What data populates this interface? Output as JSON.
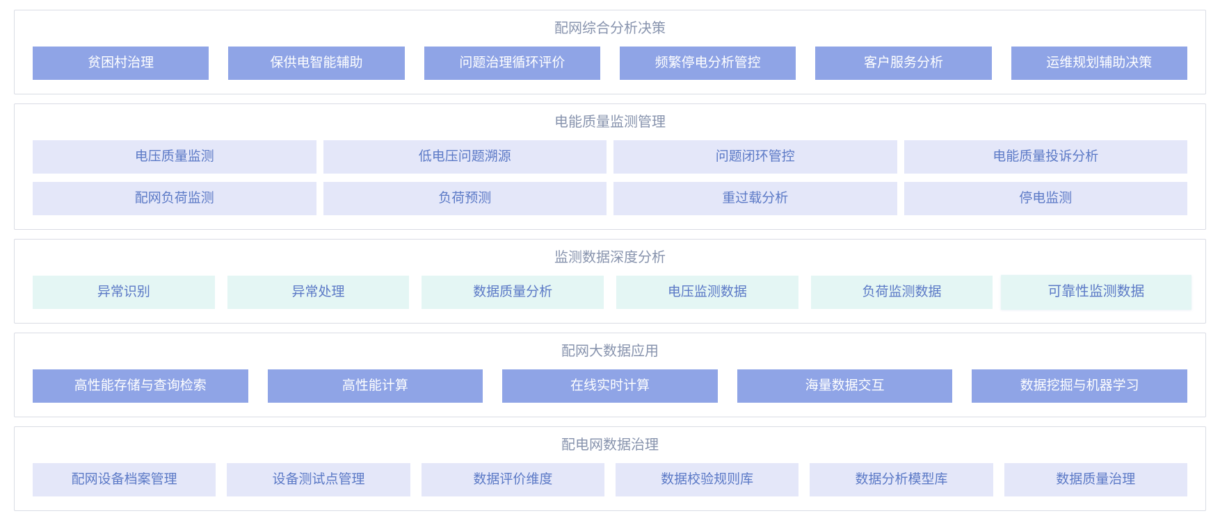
{
  "colors": {
    "tile_blue_bg": "#8fa4e6",
    "tile_blue_text": "#ffffff",
    "tile_lavender_bg": "#e4e7f9",
    "tile_mint_bg": "#e4f6f4",
    "tile_text_blue": "#5b79c6",
    "panel_border": "#d9dce4",
    "title_text": "#8793ad",
    "page_bg": "#ffffff"
  },
  "highlighted": {
    "section": 2,
    "row": 0,
    "item": 5
  },
  "sections": [
    {
      "title": "配网综合分析决策",
      "theme": "blue",
      "rows": [
        [
          "贫困村治理",
          "保供电智能辅助",
          "问题治理循环评价",
          "频繁停电分析管控",
          "客户服务分析",
          "运维规划辅助决策"
        ]
      ]
    },
    {
      "title": "电能质量监测管理",
      "theme": "lavender",
      "rows": [
        [
          "电压质量监测",
          "低电压问题溯源",
          "问题闭环管控",
          "电能质量投诉分析"
        ],
        [
          "配网负荷监测",
          "负荷预测",
          "重过载分析",
          "停电监测"
        ]
      ]
    },
    {
      "title": "监测数据深度分析",
      "theme": "mint",
      "rows": [
        [
          "异常识别",
          "异常处理",
          "数据质量分析",
          "电压监测数据",
          "负荷监测数据",
          "可靠性监测数据"
        ]
      ]
    },
    {
      "title": "配网大数据应用",
      "theme": "blue",
      "rows": [
        [
          "高性能存储与查询检索",
          "高性能计算",
          "在线实时计算",
          "海量数据交互",
          "数据挖掘与机器学习"
        ]
      ]
    },
    {
      "title": "配电网数据治理",
      "theme": "lavender",
      "rows": [
        [
          "配网设备档案管理",
          "设备测试点管理",
          "数据评价维度",
          "数据校验规则库",
          "数据分析模型库",
          "数据质量治理"
        ]
      ]
    }
  ]
}
